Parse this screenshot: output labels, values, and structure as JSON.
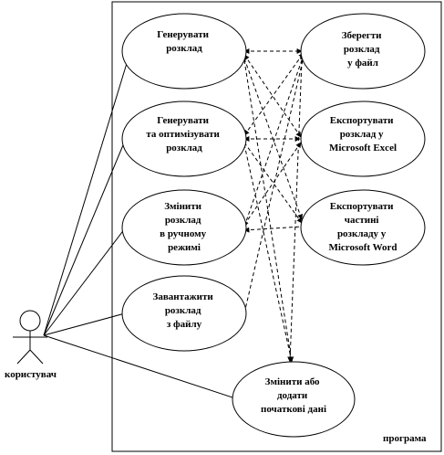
{
  "system": {
    "label": "програма"
  },
  "actor": {
    "label": "користувач"
  },
  "use_cases_left": [
    {
      "id": "generate",
      "lines": [
        "Генерувати",
        "розклад"
      ]
    },
    {
      "id": "generate-optimize",
      "lines": [
        "Генерувати",
        "та оптимізувати",
        "розклад"
      ]
    },
    {
      "id": "edit-manual",
      "lines": [
        "Змінити",
        "розклад",
        "в ручному",
        "режимі"
      ]
    },
    {
      "id": "load-file",
      "lines": [
        "Завантажити",
        "розклад",
        "з файлу"
      ]
    }
  ],
  "use_cases_right": [
    {
      "id": "save-file",
      "lines": [
        "Зберегти",
        "розклад",
        "у файл"
      ]
    },
    {
      "id": "export-excel",
      "lines": [
        "Експортувати",
        "розклад у",
        "Microsoft Excel"
      ]
    },
    {
      "id": "export-word",
      "lines": [
        "Експортувати",
        "частині",
        "розкладу у",
        "Microsoft Word"
      ]
    }
  ],
  "use_case_bottom": {
    "id": "edit-data",
    "lines": [
      "Змінити або",
      "додати",
      "початкові дані"
    ]
  },
  "colors": {
    "stroke": "#000000",
    "background": "#ffffff"
  }
}
